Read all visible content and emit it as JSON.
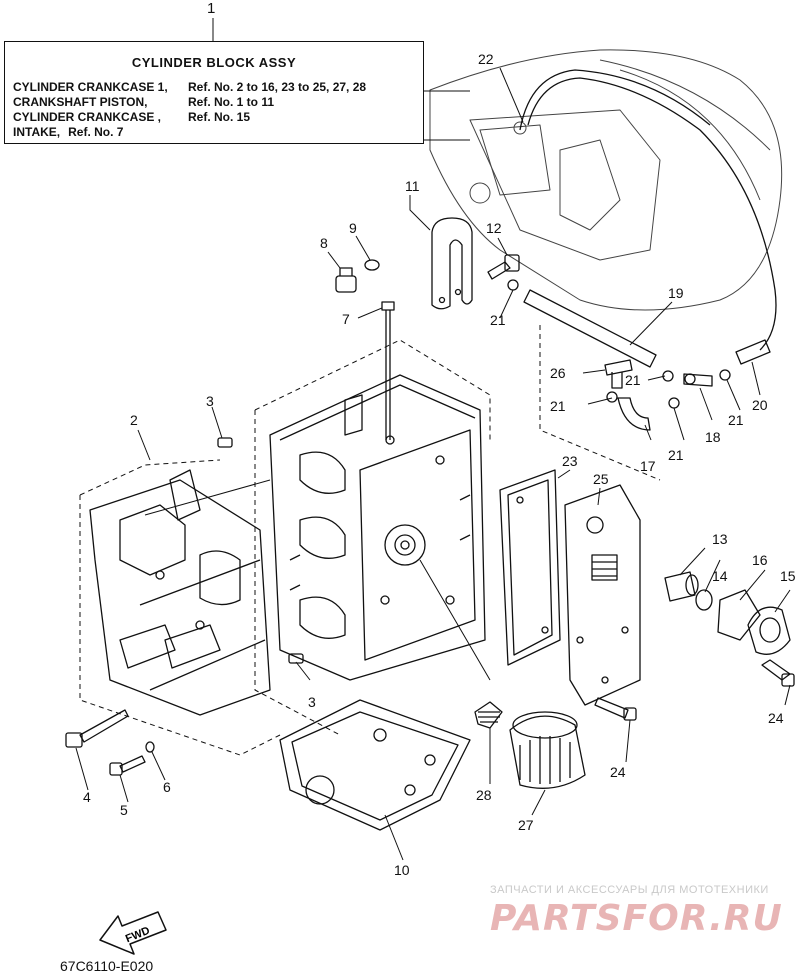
{
  "title_box": {
    "heading": "CYLINDER BLOCK ASSY",
    "ref_number": "1",
    "rows": [
      {
        "name": "CYLINDER CRANKCASE 1,",
        "refs": "Ref. No. 2 to 16, 23 to 25, 27, 28"
      },
      {
        "name": "CRANKSHAFT PISTON,",
        "refs": "Ref. No. 1 to 11"
      },
      {
        "name": "CYLINDER CRANKCASE ,",
        "refs": "Ref. No. 15"
      },
      {
        "name": "INTAKE,",
        "refs": "Ref. No. 7"
      }
    ]
  },
  "labels": {
    "l2": "2",
    "l3a": "3",
    "l3b": "3",
    "l4": "4",
    "l5": "5",
    "l6": "6",
    "l7": "7",
    "l8": "8",
    "l9": "9",
    "l10": "10",
    "l11": "11",
    "l12": "12",
    "l13": "13",
    "l14": "14",
    "l15": "15",
    "l16": "16",
    "l17": "17",
    "l18": "18",
    "l19": "19",
    "l20": "20",
    "l21a": "21",
    "l21b": "21",
    "l21c": "21",
    "l21d": "21",
    "l21e": "21",
    "l22": "22",
    "l23": "23",
    "l24a": "24",
    "l24b": "24",
    "l25": "25",
    "l26": "26",
    "l27": "27",
    "l28": "28"
  },
  "fwd_label": "FWD",
  "diagram_code": "67C6110-E020",
  "watermark": {
    "caption": "ЗАПЧАСТИ И АКСЕССУАРЫ ДЛЯ МОТОТЕХНИКИ",
    "logo": "PARTSFOR.RU"
  }
}
